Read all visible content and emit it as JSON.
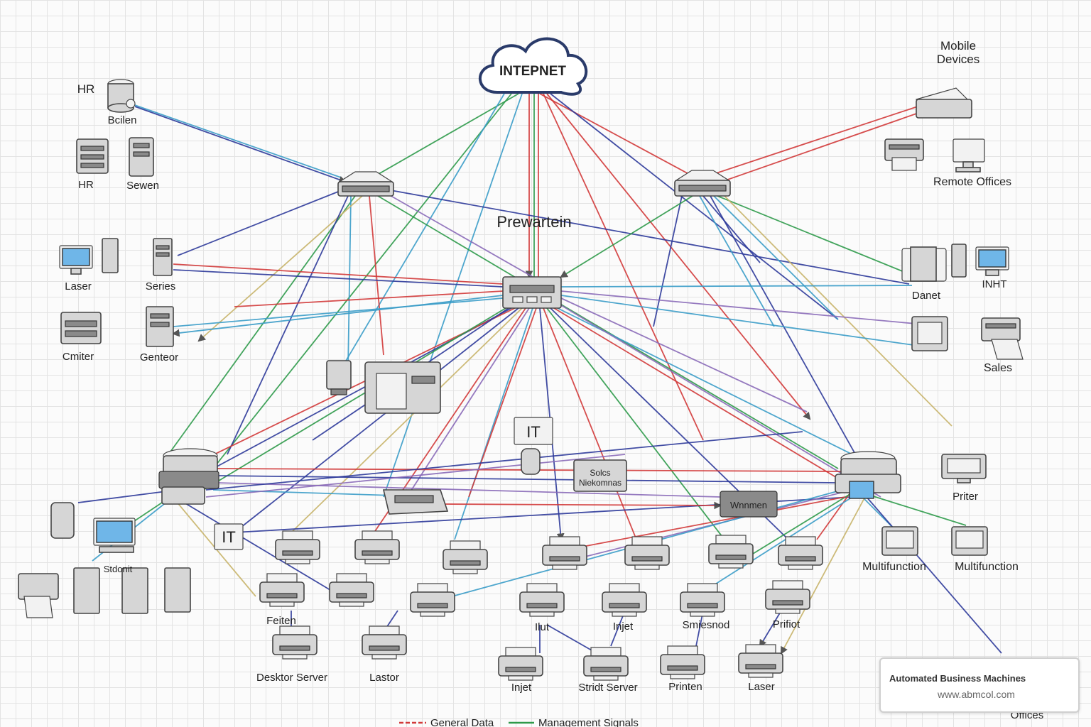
{
  "colors": {
    "general": "#d23a3a",
    "management": "#2e9a4a",
    "blue": "#2d3a9a",
    "teal": "#3a9cc8",
    "purple": "#8a6ab8",
    "olive": "#c8b46a"
  },
  "cloud": {
    "label": "INTEPNET"
  },
  "hub": {
    "label": "Prewartein"
  },
  "it_top": {
    "label": "IT"
  },
  "it_left": {
    "label": "IT"
  },
  "mid_boxes": {
    "a": "Solcs\nNiekomnas",
    "b": "Wnnmen"
  },
  "labels": {
    "hr_top": "HR",
    "bcilen": "Bcilen",
    "hr_bottom": "HR",
    "sewen": "Sewen",
    "mobile": "Mobile\nDevices",
    "remote": "Remote Offices",
    "laser_l": "Laser",
    "series": "Series",
    "cmiter": "Cmiter",
    "genteor": "Genteor",
    "danet": "Danet",
    "inht": "INHT",
    "sales": "Sales",
    "priter": "Priter",
    "mf1": "Multifunction",
    "mf2": "Multifunction",
    "stdonit": "Stdonit",
    "feiten": "Feiten",
    "desktop_server": "Desktor Server",
    "lastor": "Lastor",
    "ilut": "Ilut",
    "injet_mid": "Injet",
    "smiesnod": "Smiesnod",
    "prifiot": "Prifiot",
    "injet_low": "Injet",
    "stridt_server": "Stridt Server",
    "printen": "Printen",
    "laser_low": "Laser",
    "offices": "Offices"
  },
  "legend": {
    "general": "General Data",
    "management": "Management Signals"
  },
  "brand": {
    "name": "Automated Business Machines",
    "url": "www.abmcol.com"
  }
}
